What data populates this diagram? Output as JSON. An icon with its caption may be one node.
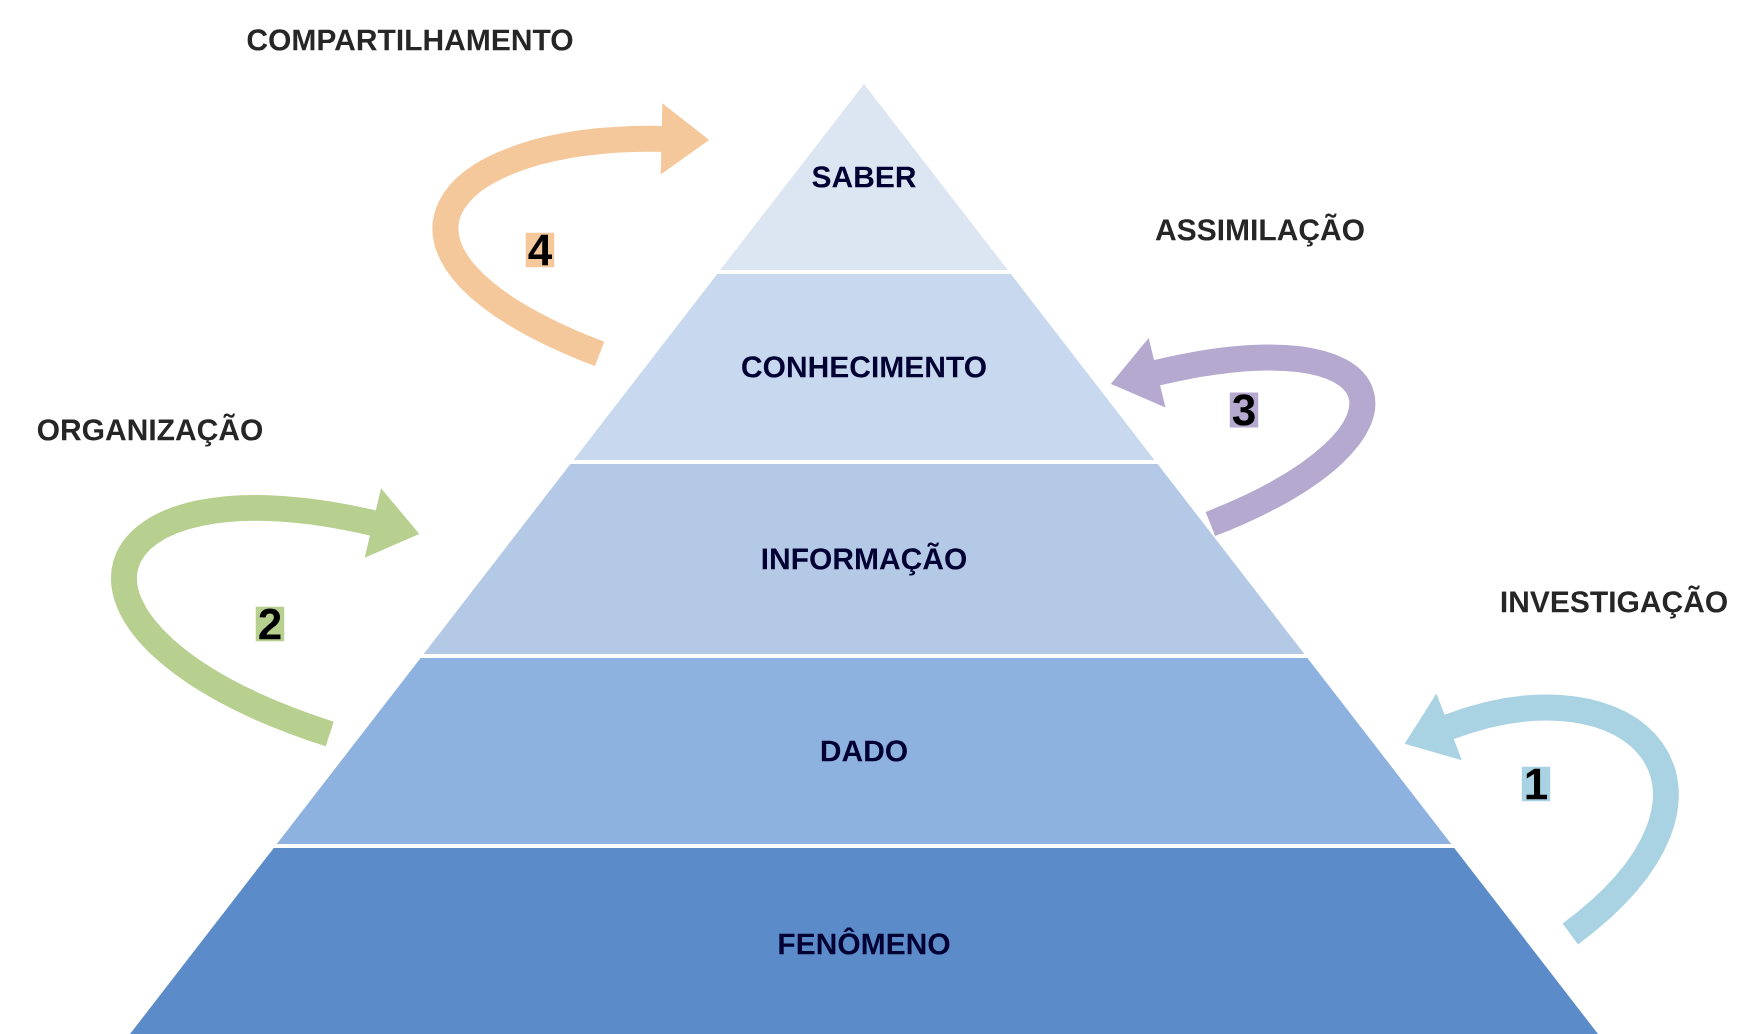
{
  "diagram": {
    "nodes": [
      {
        "text": [
          "SABER"
        ]
      },
      {
        "text": [
          "CONHECIMENTO"
        ]
      },
      {
        "text": [
          "INFORMAÇÃO"
        ]
      },
      {
        "text": [
          "DADO"
        ]
      },
      {
        "text": [
          "FENÔMENO"
        ]
      }
    ],
    "edges": [
      {
        "from": 4,
        "to": 3,
        "arrow": "to",
        "label": "1",
        "color": "#a9d2e3"
      },
      {
        "from": 3,
        "to": 2,
        "arrow": "to",
        "label": "2",
        "color": "#b7d08f"
      },
      {
        "from": 2,
        "to": 1,
        "arrow": "to",
        "label": "3",
        "color": "#b5a9d0"
      },
      {
        "from": 1,
        "to": 0,
        "arrow": "to",
        "label": "4",
        "color": "#f5c89c"
      }
    ],
    "labels": [
      "COMPARTILHAMENTO",
      "ASSIMILAÇÃO",
      "ORGANIZAÇÃO",
      "INVESTIGAÇÃO"
    ]
  }
}
